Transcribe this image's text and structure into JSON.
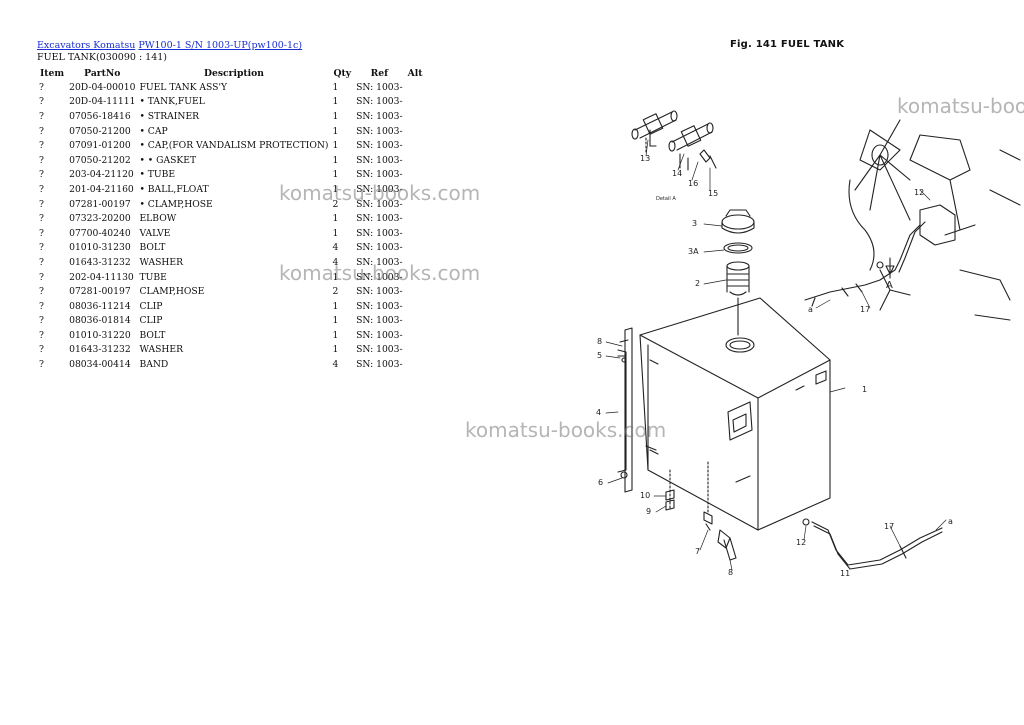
{
  "breadcrumb": {
    "link1": "Excavators Komatsu",
    "link2": "PW100-1 S/N 1003-UP(pw100-1c)"
  },
  "subtitle": "FUEL TANK(030090 : 141)",
  "table": {
    "headers": [
      "Item",
      "PartNo",
      "Description",
      "Qty",
      "Ref",
      "Alt"
    ],
    "rows": [
      [
        "?",
        "20D-04-00010",
        "FUEL TANK ASS'Y",
        "1",
        "SN: 1003-",
        ""
      ],
      [
        "?",
        "20D-04-11111",
        "• TANK,FUEL",
        "1",
        "SN: 1003-",
        ""
      ],
      [
        "?",
        "07056-18416",
        "• STRAINER",
        "1",
        "SN: 1003-",
        ""
      ],
      [
        "?",
        "07050-21200",
        "• CAP",
        "1",
        "SN: 1003-",
        ""
      ],
      [
        "?",
        "07091-01200",
        "• CAP,(FOR VANDALISM PROTECTION)",
        "1",
        "SN: 1003-",
        ""
      ],
      [
        "?",
        "07050-21202",
        "• • GASKET",
        "1",
        "SN: 1003-",
        ""
      ],
      [
        "?",
        "203-04-21120",
        "• TUBE",
        "1",
        "SN: 1003-",
        ""
      ],
      [
        "?",
        "201-04-21160",
        "• BALL,FLOAT",
        "1",
        "SN: 1003-",
        ""
      ],
      [
        "?",
        "07281-00197",
        "• CLAMP,HOSE",
        "2",
        "SN: 1003-",
        ""
      ],
      [
        "?",
        "07323-20200",
        "ELBOW",
        "1",
        "SN: 1003-",
        ""
      ],
      [
        "?",
        "07700-40240",
        "VALVE",
        "1",
        "SN: 1003-",
        ""
      ],
      [
        "?",
        "01010-31230",
        "BOLT",
        "4",
        "SN: 1003-",
        ""
      ],
      [
        "?",
        "01643-31232",
        "WASHER",
        "4",
        "SN: 1003-",
        ""
      ],
      [
        "?",
        "202-04-11130",
        "TUBE",
        "1",
        "SN: 1003-",
        ""
      ],
      [
        "?",
        "07281-00197",
        "CLAMP,HOSE",
        "2",
        "SN: 1003-",
        ""
      ],
      [
        "?",
        "08036-11214",
        "CLIP",
        "1",
        "SN: 1003-",
        ""
      ],
      [
        "?",
        "08036-01814",
        "CLIP",
        "1",
        "SN: 1003-",
        ""
      ],
      [
        "?",
        "01010-31220",
        "BOLT",
        "1",
        "SN: 1003-",
        ""
      ],
      [
        "?",
        "01643-31232",
        "WASHER",
        "1",
        "SN: 1003-",
        ""
      ],
      [
        "?",
        "08034-00414",
        "BAND",
        "4",
        "SN: 1003-",
        ""
      ]
    ]
  },
  "figure": {
    "title": "Fig. 141   FUEL TANK",
    "callouts": [
      "13",
      "14",
      "16",
      "15",
      "12",
      "3",
      "3A",
      "2",
      "A",
      "a",
      "17",
      "8",
      "5",
      "1",
      "4",
      "6",
      "10",
      "9",
      "12",
      "17",
      "a",
      "11",
      "7",
      "8"
    ],
    "detail_label": "Detail A"
  },
  "watermark": "komatsu-books.com",
  "colors": {
    "link": "#1a2fd1",
    "watermark": "#888888"
  }
}
